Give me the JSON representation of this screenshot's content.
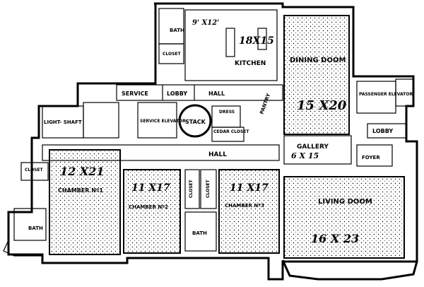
{
  "rooms": {
    "bath_top": "BATH",
    "closet_top": "CLOSET",
    "kitchen_dim": "9' X12'",
    "kitchen_dim2": "18X15",
    "kitchen": "KITCHEN",
    "dining": "DINING DOOM",
    "dining_dim": "15 X20",
    "service": "SERVICE",
    "lobby_service": "LOBBY",
    "hall_top": "HALL",
    "pantry": "PANTRY",
    "passenger_elevator": "PASSENGER ELEVATOR",
    "light_shaft": "LIGHT- SHAFT",
    "service_elevator": "SERVICE ELEVATOR",
    "stack": "STACK",
    "dress": "DRESS",
    "cedar_closet": "CEDAR CLOSET",
    "lobby_right": "LOBBY",
    "gallery": "GALLERY",
    "gallery_dim": "6 X 15",
    "foyer": "FOYER",
    "hall_main": "HALL",
    "chamber1": "CHAMBER Nº1",
    "chamber1_dim": "12 X21",
    "chamber2": "CHAMBER Nº2",
    "chamber2_dim": "11 X17",
    "chamber3": "CHAMBER Nº3",
    "chamber3_dim": "11 X17",
    "living": "LIVING DOOM",
    "living_dim": "16 X 23",
    "bath_left": "BATH",
    "closet_left": "CLOSET",
    "bath_mid": "BATH",
    "closet_mid": "CLOSET",
    "closet_mid2": "CLOSET"
  }
}
